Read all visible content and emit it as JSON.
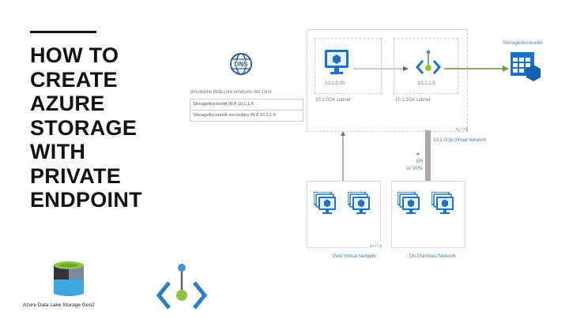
{
  "title": {
    "lines": [
      "HOW TO",
      "CREATE",
      "AZURE",
      "STORAGE",
      "WITH",
      "PRIVATE",
      "ENDPOINT"
    ]
  },
  "dns": {
    "icon": "dns-globe-icon",
    "zone_label": "privatelink.blob.core.windows.net zone",
    "records": [
      "StorageAccountA IN A 10.1.1.5",
      "StorageAccountA-secondary IN A 10.1.1.6"
    ]
  },
  "vnet": {
    "label": "10.1.0/16 Virtual Network",
    "subnets": [
      {
        "ip": "10.1.0.20",
        "label": "10.1.0/24 subnet",
        "icon": "virtual-machine-icon"
      },
      {
        "ip": "10.1.1.5",
        "label": "10.1.1/24 subnet",
        "icon": "private-endpoint-icon"
      }
    ]
  },
  "storage": {
    "label": "StorageAccountA",
    "icon": "storage-account-icon"
  },
  "connection": {
    "er": "ER",
    "vpn": "or VPN"
  },
  "networks": [
    {
      "label": "Peer Virtual Network"
    },
    {
      "label": "On-Premises Network"
    }
  ],
  "footer": {
    "datalake_label": "Azure Data Lake Storage Gen2"
  },
  "colors": {
    "azure_blue": "#1a73c8",
    "green": "#8cc63f",
    "arrow_green": "#8aaa6a",
    "gray": "#aaaaaa"
  }
}
